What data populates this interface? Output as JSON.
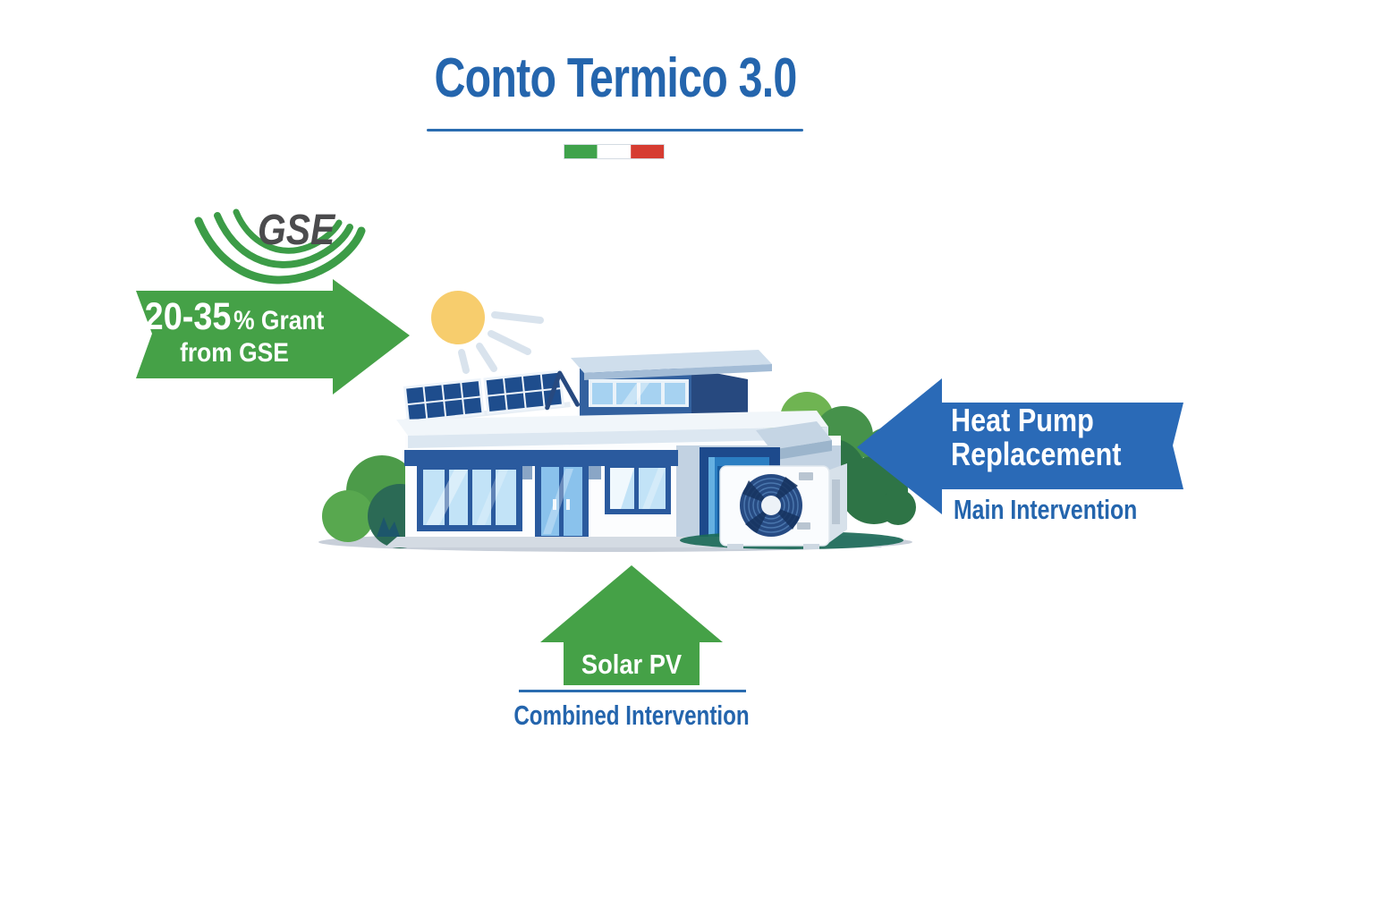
{
  "header": {
    "title": "Conto Termico 3.0"
  },
  "gse_logo": {
    "label": "GSE"
  },
  "grant_arrow": {
    "amount": "20-35",
    "suffix": "% Grant",
    "line2": "from GSE"
  },
  "heat_pump_arrow": {
    "line1": "Heat Pump",
    "line2": "Replacement",
    "caption": "Main Intervention"
  },
  "solar_arrow": {
    "label": "Solar PV",
    "caption": "Combined Intervention"
  },
  "colors": {
    "title_blue": "#2465ad",
    "underline_blue": "#2a6cb0",
    "caption_blue": "#2465ad",
    "arrow_green": "#45a147",
    "arrow_blue": "#2a6ab7",
    "text_white": "#ffffff",
    "flag_green": "#3fa24b",
    "flag_white": "#ffffff",
    "flag_red": "#d63c31",
    "gse_swoosh_green": "#3c9c47",
    "gse_text_gray": "#4b4b4d",
    "sun_yellow": "#f7cd6d",
    "building_dark_blue": "#2a5a9e",
    "window_light_blue": "#c2e3f7",
    "bush_green": "#2e7446",
    "heat_pump_fan_navy": "#274b83"
  },
  "icons": {
    "italian-flag-icon": "green-white-red tricolor strip",
    "gse-swoosh-icon": "three green curved strokes",
    "sun-icon": "yellow circle with rays",
    "solar-panel-icon": "tilted blue PV panels on roof",
    "building-icon": "two-story modern building",
    "heat-pump-icon": "white outdoor unit with navy fan",
    "bush-icon": "green shrub",
    "grant-arrow-icon": "green right arrow",
    "heat-pump-arrow-icon": "blue left arrow",
    "solar-pv-arrow-icon": "green up arrow"
  }
}
